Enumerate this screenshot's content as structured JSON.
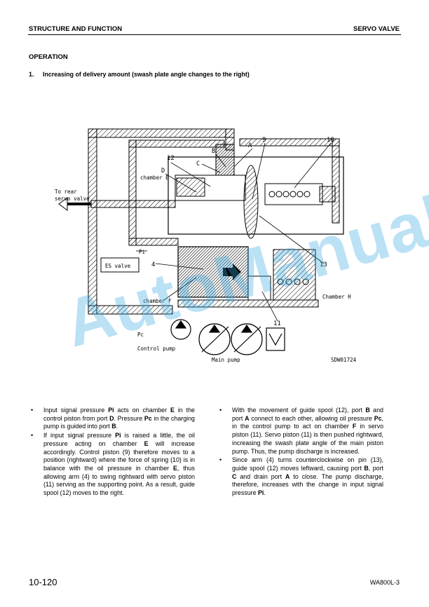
{
  "header": {
    "left": "STRUCTURE AND FUNCTION",
    "right": "SERVO VALVE"
  },
  "section_title": "OPERATION",
  "subsection": {
    "number": "1.",
    "title": "Increasing of delivery amount (swash plate angle changes to the right)"
  },
  "diagram": {
    "labels": {
      "to_rear": "To rear",
      "servo_valve": "servo valve",
      "chamber_e": "chamber E",
      "pi": "Pi",
      "es_valve": "ES valve",
      "chamber_f": "chamber F",
      "chamber_h": "Chamber H",
      "pc": "Pc",
      "control_pump": "Control pump",
      "main_pump": "Main pump",
      "code": "SDW01724",
      "n4": "4",
      "n9": "9",
      "n10": "10",
      "n11": "11",
      "n12": "12",
      "n13": "13",
      "a": "A",
      "b": "B",
      "c": "C",
      "d": "D"
    }
  },
  "left_column": [
    [
      {
        "t": "Input signal pressure "
      },
      {
        "t": "Pi",
        "b": true
      },
      {
        "t": " acts on chamber "
      },
      {
        "t": "E",
        "b": true
      },
      {
        "t": " in the control piston from port "
      },
      {
        "t": "D",
        "b": true
      },
      {
        "t": ". Pressure "
      },
      {
        "t": "Pc",
        "b": true
      },
      {
        "t": " in the charging pump is guided into port "
      },
      {
        "t": "B",
        "b": true
      },
      {
        "t": "."
      }
    ],
    [
      {
        "t": "If input signal pressure "
      },
      {
        "t": "Pi",
        "b": true
      },
      {
        "t": " is raised a little, the oil pressure acting on chamber "
      },
      {
        "t": "E",
        "b": true
      },
      {
        "t": " will increase accordingly. Control piston (9) therefore moves to a position (rightward) where the force of spring (10) is in balance with the oil pressure in chamber "
      },
      {
        "t": "E",
        "b": true
      },
      {
        "t": ", thus allowing arm (4) to swing rightward with servo piston (11) serving as the supporting point. As a result, guide spool (12) moves to the right."
      }
    ]
  ],
  "right_column": [
    [
      {
        "t": "With the movement of guide spool (12), port "
      },
      {
        "t": "B",
        "b": true
      },
      {
        "t": " and port "
      },
      {
        "t": "A",
        "b": true
      },
      {
        "t": " connect to each other, allowing oil pressure "
      },
      {
        "t": "Pc",
        "b": true
      },
      {
        "t": ", in the control pump to act on chamber "
      },
      {
        "t": "F",
        "b": true
      },
      {
        "t": " in servo piston (11). Servo piston (11) is then pushed rightward, increasing the swash plate angle of the main piston pump. Thus, the pump discharge is increased."
      }
    ],
    [
      {
        "t": "Since arm (4) turns counterclockwise on pin (13), guide spool (12) moves leftward, causing port "
      },
      {
        "t": "B",
        "b": true
      },
      {
        "t": ", port "
      },
      {
        "t": "C",
        "b": true
      },
      {
        "t": " and drain port "
      },
      {
        "t": "A",
        "b": true
      },
      {
        "t": " to close. The pump discharge, therefore, increases with the change in input signal pressure "
      },
      {
        "t": "Pi",
        "b": true
      },
      {
        "t": "."
      }
    ]
  ],
  "footer": {
    "page": "10-120",
    "model": "WA800L-3"
  },
  "watermark": "AutoManual"
}
